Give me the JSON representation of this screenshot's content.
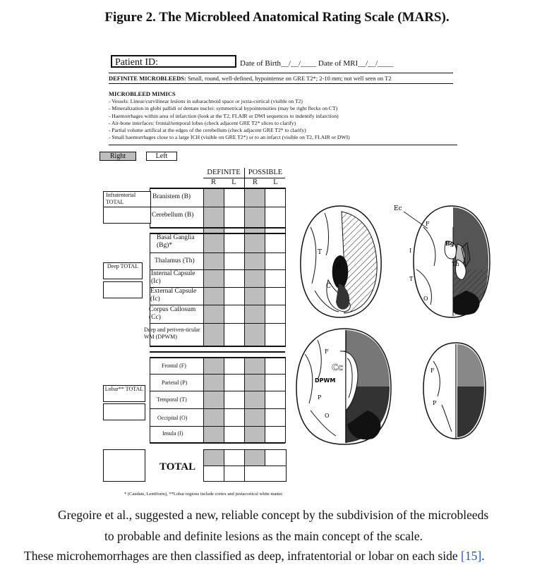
{
  "figure_caption": "Figure 2. The Microbleed Anatomical Rating Scale (MARS).",
  "form": {
    "patient_id_label": "Patient ID:",
    "dob_mri_line": "Date of Birth__/__/____  Date of MRI__/__/____",
    "definite_label": "DEFINITE MICROBLEEDS:",
    "definite_text": "Small, round, well-defined, hypointense on GRE T2*; 2-10 mm; not well seen on T2",
    "mimics_title": "MICROBLEED MIMICS",
    "mimics": [
      "- Vessels: Linear/curvilinear lesions in subarachnoid space or juxta-cortical (visible on T2)",
      "- Mineralization in globi pallidi or dentate nuclei: symmetrical hypointensities (may be right flecks on CT)",
      "- Haemorrhages within area of infarction (look at the T2, FLAIR or DWI sequences to indentify infarction)",
      "- Air-bone interfaces: frontal/temporal lobes (check adjacent GRE T2* slices to clarify)",
      "- Partial volume artifical at the edges of the cerebellum (check adjacent GRE T2* to clarify)",
      "- Small haemorrhages close to a large ICH (visible on GRE T2*) or to an infarct (visible on T2, FLAIR or DWI)"
    ],
    "side_right": "Right",
    "side_left": "Left",
    "col_definite": "DEFINITE",
    "col_possible": "POSSIBLE",
    "col_r": "R",
    "col_l": "L",
    "infratentorial_total": "Infratentorial TOTAL",
    "deep_total": "Deep TOTAL",
    "lobar_total": "Lobar** TOTAL",
    "rows": {
      "brainstem": "Branistem (B)",
      "cerebellum": "Cerebellum (B)",
      "basal_ganglia": "Basal Ganglia (Bg)*",
      "thalamus": "Thalamus (Th)",
      "internal_capsule": "Internal Capsule (Ic)",
      "external_capsule": "External Capsule (Ic)",
      "corpus_callosum": "Corpus Callosum (Cc)",
      "dpwm": "Deep and periven-ticular WM (DPWM)",
      "frontal": "Frontal (F)",
      "parietal": "Parietal (P)",
      "temporal": "Temporal (T)",
      "occipital": "Occipital (O)",
      "insula": "Insula (I)"
    },
    "total_label": "TOTAL",
    "footnote": "* (Caudate, Lentiform), **Lobar regions include cortex and juxtacortical white matter."
  },
  "brain_labels": {
    "b1": [
      "T",
      "B",
      "C"
    ],
    "b2": [
      "Ec",
      "F",
      "Bg",
      "I",
      "Th",
      "T",
      "O"
    ],
    "b3": [
      "F",
      "Cc",
      "DPWM",
      "P",
      "O"
    ],
    "b4": [
      "F",
      "P"
    ]
  },
  "paragraph": {
    "line1": "Gregoire et al., suggested a new, reliable concept by the subdivision of the microbleeds",
    "line2": "to probable and definite lesions as the main concept of the scale.",
    "line3": "These microhemorrhages are then classified as deep, infratentorial or lobar on each side",
    "ref": "[15]",
    "period": "."
  }
}
